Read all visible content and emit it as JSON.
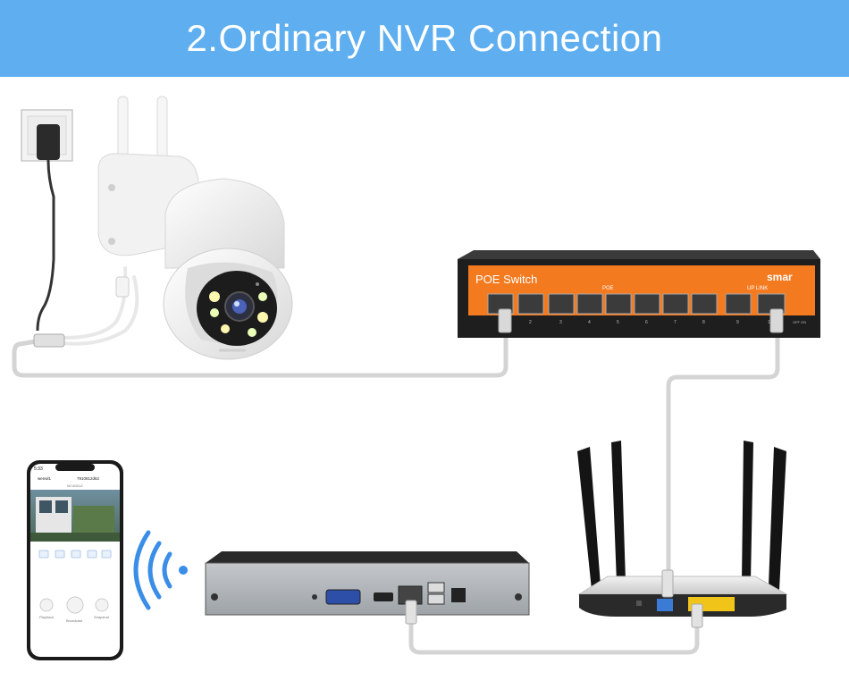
{
  "header": {
    "title": "2.Ordinary NVR Connection"
  },
  "poe_switch": {
    "label": "POE Switch",
    "brand": "smar",
    "poe_group_label": "POE",
    "uplink_label": "UP LINK",
    "port_numbers": [
      "1",
      "2",
      "3",
      "4",
      "5",
      "6",
      "7",
      "8",
      "9",
      "10"
    ],
    "power_label": "OFF ON"
  },
  "phone": {
    "time": "5:33",
    "device_title": "wenwl1",
    "device_id": "7910812d62",
    "status": "NO ANGLE",
    "controls": [
      "Playback",
      "Broadcast",
      "Snapshot"
    ]
  },
  "colors": {
    "banner": "#5eaef0",
    "switch_accent": "#f47a20",
    "cable": "#d4d4d4",
    "wifi": "#3a8ee8"
  }
}
